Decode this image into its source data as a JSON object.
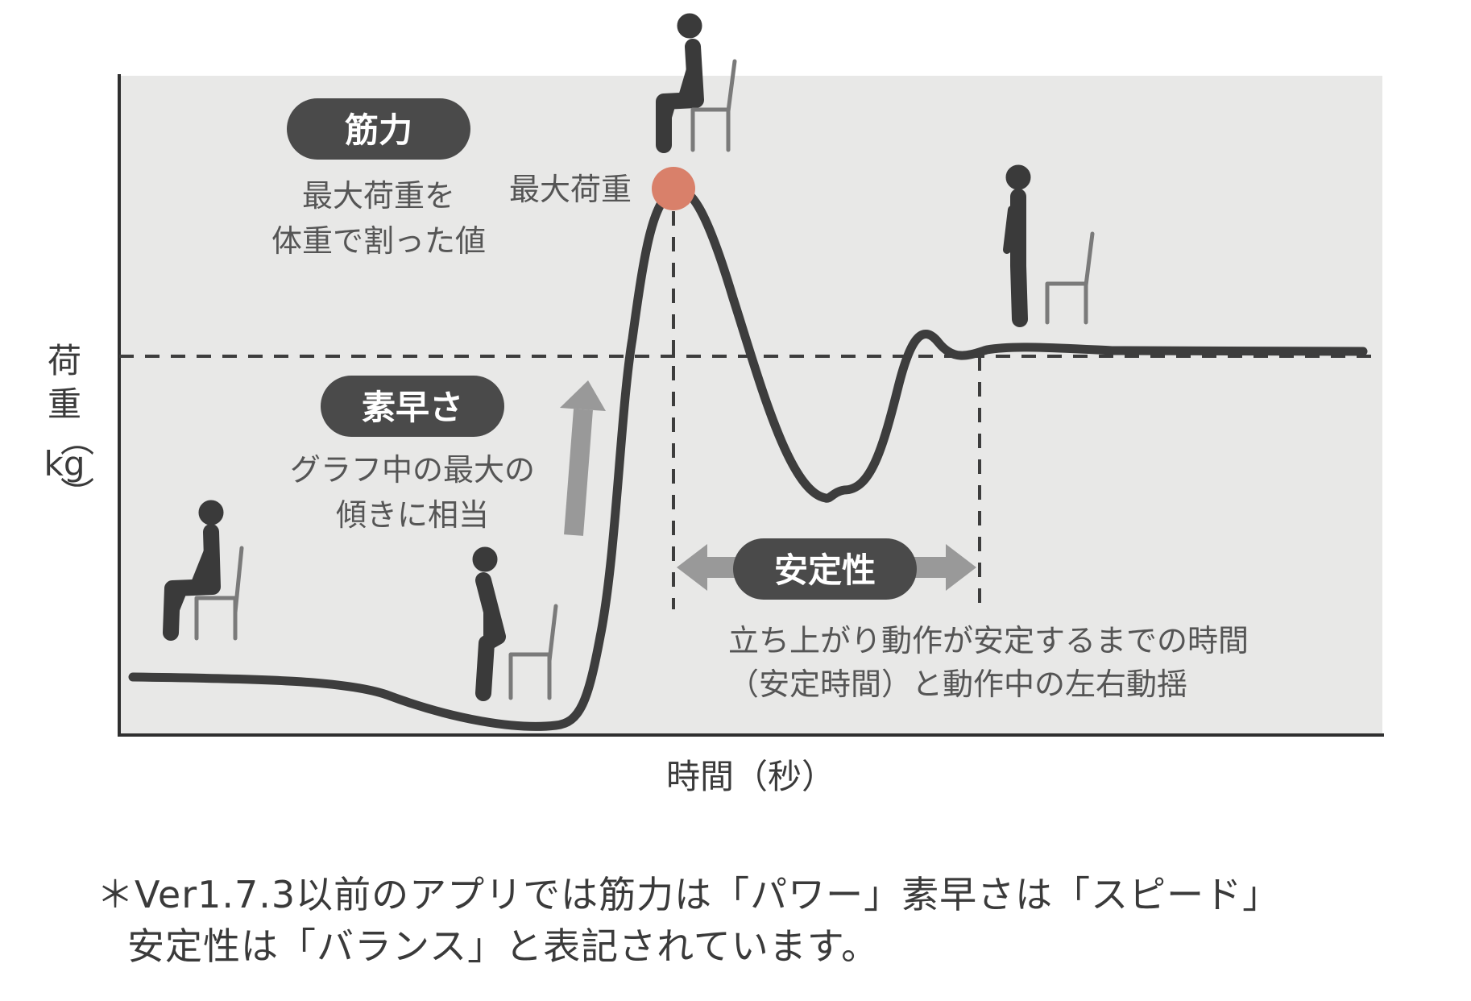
{
  "axes": {
    "y_label": [
      "荷",
      "重",
      "（",
      "kg",
      "）"
    ],
    "x_label": "時間（秒）"
  },
  "labels": {
    "strength": {
      "title": "筋力",
      "desc_line1": "最大荷重を",
      "desc_line2": "体重で割った値"
    },
    "peak": "最大荷重",
    "speed": {
      "title": "素早さ",
      "desc_line1": "グラフ中の最大の",
      "desc_line2": "傾きに相当"
    },
    "stability": {
      "title": "安定性",
      "desc_line1": "立ち上がり動作が安定するまでの時間",
      "desc_line2": "（安定時間）と動作中の左右動揺"
    }
  },
  "footnote": {
    "line1": "＊Ver1.7.3以前のアプリでは筋力は「パワー」素早さは「スピード」",
    "line2": "安定性は「バランス」と表記されています。"
  },
  "colors": {
    "panel": "#e8e8e7",
    "curve": "#3d3d3d",
    "peak_marker": "#d9806a",
    "pill": "#4a4a4a",
    "arrow": "#999999"
  }
}
